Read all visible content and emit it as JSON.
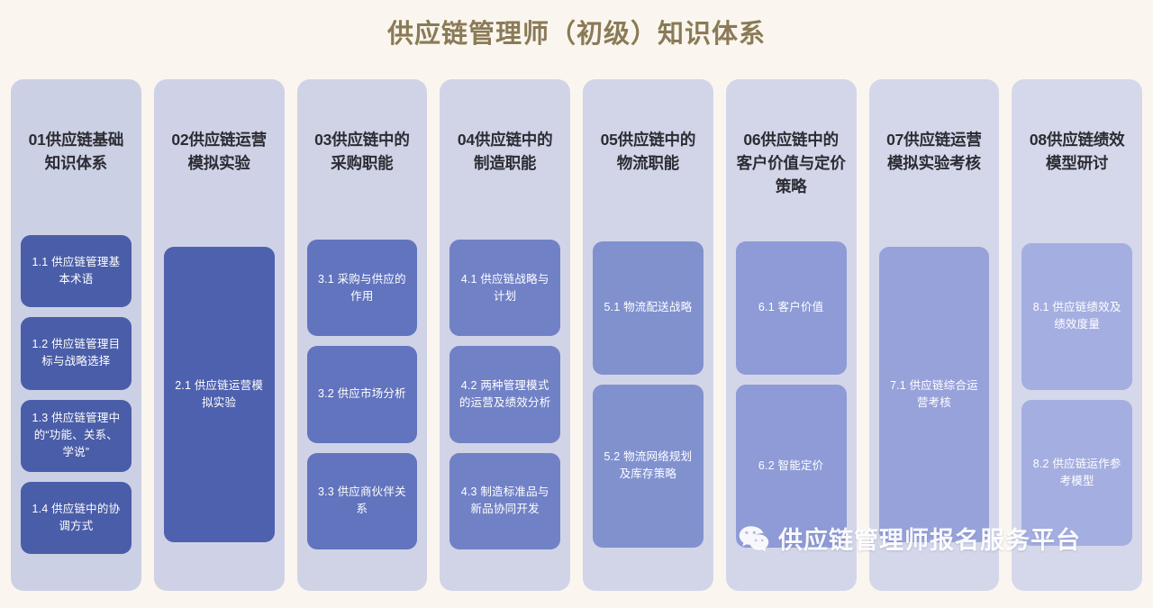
{
  "title": "供应链管理师（初级）知识体系",
  "watermark": {
    "icon": "wechat-icon",
    "text": "供应链管理师报名服务平台"
  },
  "theme": {
    "page_background": "#faf6ef",
    "title_color": "#8a7a56",
    "header_text_color": "#2c2c33",
    "item_text_color": "#ffffff"
  },
  "columns": [
    {
      "header": "01供应链基础知识体系",
      "column_bg": "#ccd0e4",
      "item_bg": "#4a5da8",
      "items": [
        {
          "label": "1.1 供应链管理基本术语",
          "weight": "g3"
        },
        {
          "label": "1.2 供应链管理目标与战略选择",
          "weight": "g3"
        },
        {
          "label": "1.3 供应链管理中的“功能、关系、学说”",
          "weight": "g3"
        },
        {
          "label": "1.4 供应链中的协调方式",
          "weight": "g3"
        }
      ]
    },
    {
      "header": "02供应链运营模拟实验",
      "column_bg": "#cfd2e6",
      "item_bg": "#4e61ae",
      "items": [
        {
          "label": "2.1 供应链运营模拟实验",
          "weight": "g7"
        }
      ]
    },
    {
      "header": "03供应链中的采购职能",
      "column_bg": "#d0d3e6",
      "item_bg": "#6274be",
      "items": [
        {
          "label": "3.1 采购与供应的作用",
          "weight": "g3"
        },
        {
          "label": "3.2 供应市场分析",
          "weight": "g3"
        },
        {
          "label": "3.3 供应商伙伴关系",
          "weight": "g3"
        }
      ]
    },
    {
      "header": "04供应链中的制造职能",
      "column_bg": "#d1d4e7",
      "item_bg": "#7181c6",
      "items": [
        {
          "label": "4.1 供应链战略与计划",
          "weight": "g3"
        },
        {
          "label": "4.2 两种管理模式的运营及绩效分析",
          "weight": "g3"
        },
        {
          "label": "4.3 制造标准品与新品协同开发",
          "weight": "g3"
        }
      ]
    },
    {
      "header": "05供应链中的物流职能",
      "column_bg": "#d2d5e8",
      "item_bg": "#8091ce",
      "items": [
        {
          "label": "5.1 物流配送战略",
          "weight": "g4"
        },
        {
          "label": "5.2 物流网络规划及库存策略",
          "weight": "g5"
        }
      ]
    },
    {
      "header": "06供应链中的客户价值与定价策略",
      "column_bg": "#d3d6e9",
      "item_bg": "#8e9bd6",
      "items": [
        {
          "label": "6.1 客户价值",
          "weight": "g4"
        },
        {
          "label": "6.2 智能定价",
          "weight": "g5"
        }
      ]
    },
    {
      "header": "07供应链运营模拟实验考核",
      "column_bg": "#d4d7ea",
      "item_bg": "#97a2da",
      "items": [
        {
          "label": "7.1 供应链综合运营考核",
          "weight": "g7"
        }
      ]
    },
    {
      "header": "08供应链绩效模型研讨",
      "column_bg": "#d5d8ea",
      "item_bg": "#a5aee0",
      "items": [
        {
          "label": "8.1 供应链绩效及绩效度量",
          "weight": "g4"
        },
        {
          "label": "8.2 供应链运作参考模型",
          "weight": "g4"
        }
      ]
    }
  ]
}
